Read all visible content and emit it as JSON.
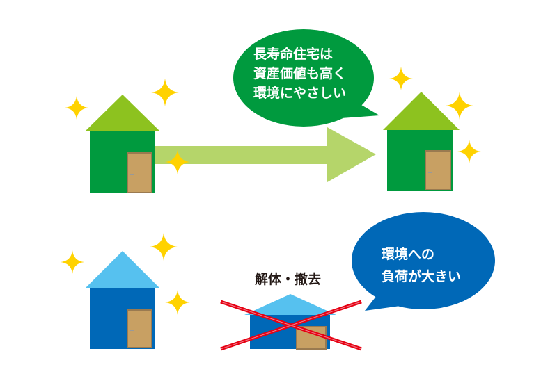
{
  "top_bubble": {
    "lines": [
      "長寿命住宅は",
      "資産価値も高く",
      "環境にやさしい"
    ],
    "color": "#009a3e"
  },
  "bottom_bubble": {
    "lines": [
      "環境への",
      "負荷が大きい"
    ],
    "color": "#0068b7"
  },
  "demolition_label": "解体・撤去",
  "colors": {
    "green_roof": "#8dc21f",
    "green_body": "#009a3e",
    "blue_roof": "#56c1ef",
    "blue_body": "#0068b7",
    "arrow": "#b5d56a",
    "door": "#c8a063",
    "sparkle": "#ffd200",
    "cross": "#e60012"
  }
}
